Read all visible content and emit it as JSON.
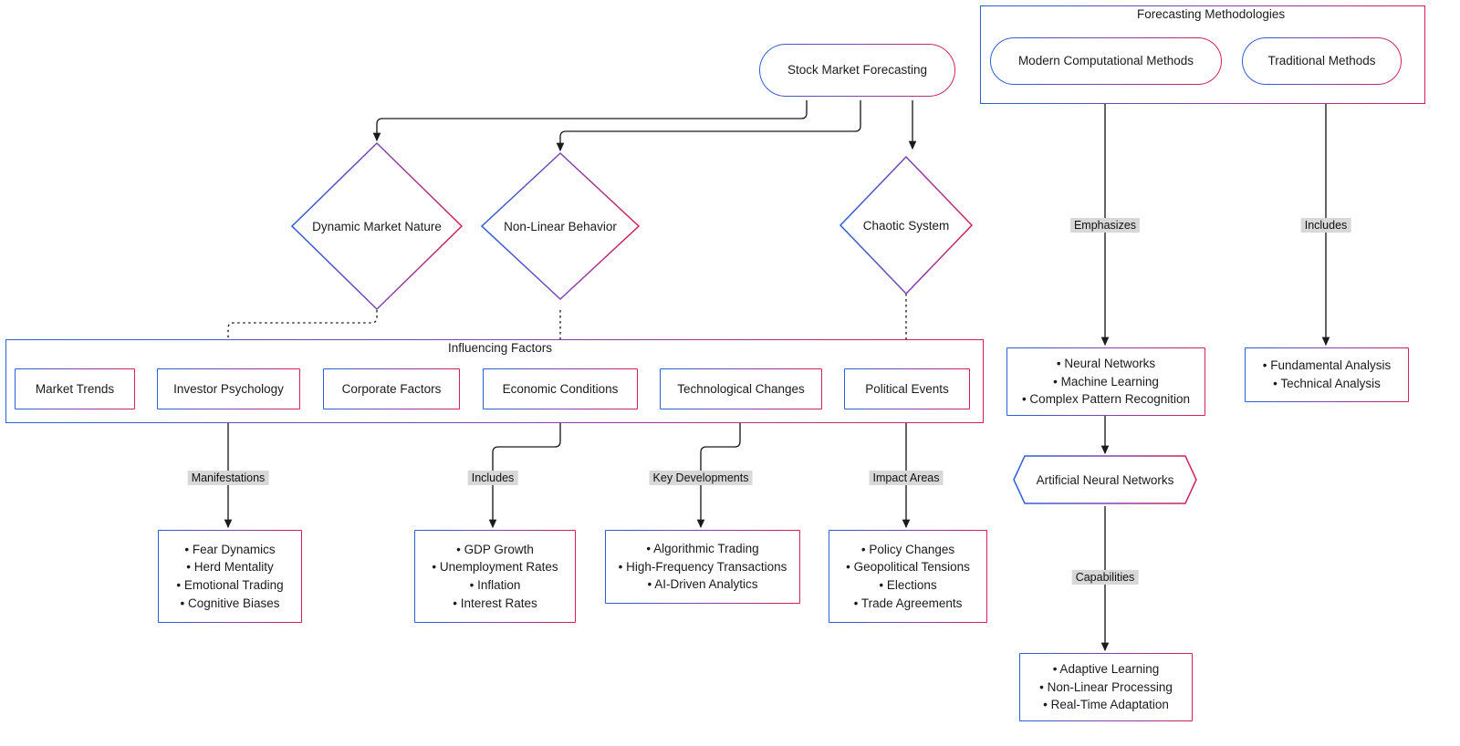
{
  "diagram": {
    "title": "Stock Market Forecasting concept map",
    "accent_start": "#2b5fd9",
    "accent_end": "#d61f54",
    "edge_label_bg": "#d8d8d8"
  },
  "root": {
    "label": "Stock Market Forecasting"
  },
  "diamonds": [
    {
      "label": "Dynamic Market Nature"
    },
    {
      "label": "Non-Linear Behavior"
    },
    {
      "label": "Chaotic System"
    }
  ],
  "clusters": {
    "influencing": {
      "title": "Influencing Factors"
    },
    "methodologies": {
      "title": "Forecasting Methodologies"
    }
  },
  "factors": [
    {
      "label": "Market Trends"
    },
    {
      "label": "Investor Psychology"
    },
    {
      "label": "Corporate Factors"
    },
    {
      "label": "Economic Conditions"
    },
    {
      "label": "Technological Changes"
    },
    {
      "label": "Political Events"
    }
  ],
  "methods": [
    {
      "label": "Modern Computational Methods"
    },
    {
      "label": "Traditional Methods"
    }
  ],
  "hex": {
    "label": "Artificial Neural Networks"
  },
  "edge_labels": {
    "manifestations": "Manifestations",
    "includes_econ": "Includes",
    "key_developments": "Key Developments",
    "impact_areas": "Impact Areas",
    "emphasizes": "Emphasizes",
    "includes_trad": "Includes",
    "capabilities": "Capabilities"
  },
  "lists": {
    "psychology": {
      "items": [
        "• Fear Dynamics",
        "• Herd Mentality",
        "• Emotional Trading",
        "• Cognitive Biases"
      ]
    },
    "economic": {
      "items": [
        "• GDP Growth",
        "• Unemployment Rates",
        "• Inflation",
        "• Interest Rates"
      ]
    },
    "technological": {
      "items": [
        "• Algorithmic Trading",
        "• High-Frequency Transactions",
        "• AI-Driven Analytics"
      ]
    },
    "political": {
      "items": [
        "• Policy Changes",
        "• Geopolitical Tensions",
        "• Elections",
        "• Trade Agreements"
      ]
    },
    "modern": {
      "items": [
        "• Neural Networks",
        "• Machine Learning",
        "• Complex Pattern Recognition"
      ]
    },
    "traditional": {
      "items": [
        "• Fundamental Analysis",
        "• Technical Analysis"
      ]
    },
    "capabilities": {
      "items": [
        "• Adaptive Learning",
        "• Non-Linear Processing",
        "• Real-Time Adaptation"
      ]
    }
  }
}
